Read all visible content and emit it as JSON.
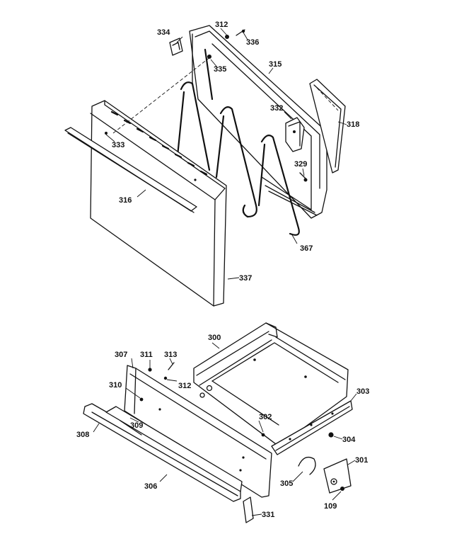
{
  "header_text": "",
  "callouts": {
    "p300": "300",
    "p301": "301",
    "p302": "302",
    "p303": "303",
    "p304": "304",
    "p305": "305",
    "p306": "306",
    "p307": "307",
    "p308": "308",
    "p309": "309",
    "p310": "310",
    "p311": "311",
    "p312a": "312",
    "p312b": "312",
    "p313": "313",
    "p315": "315",
    "p316": "316",
    "p318": "318",
    "p329": "329",
    "p331": "331",
    "p332": "332",
    "p333": "333",
    "p334": "334",
    "p335": "335",
    "p336": "336",
    "p337": "337",
    "p367": "367",
    "p109": "109"
  }
}
